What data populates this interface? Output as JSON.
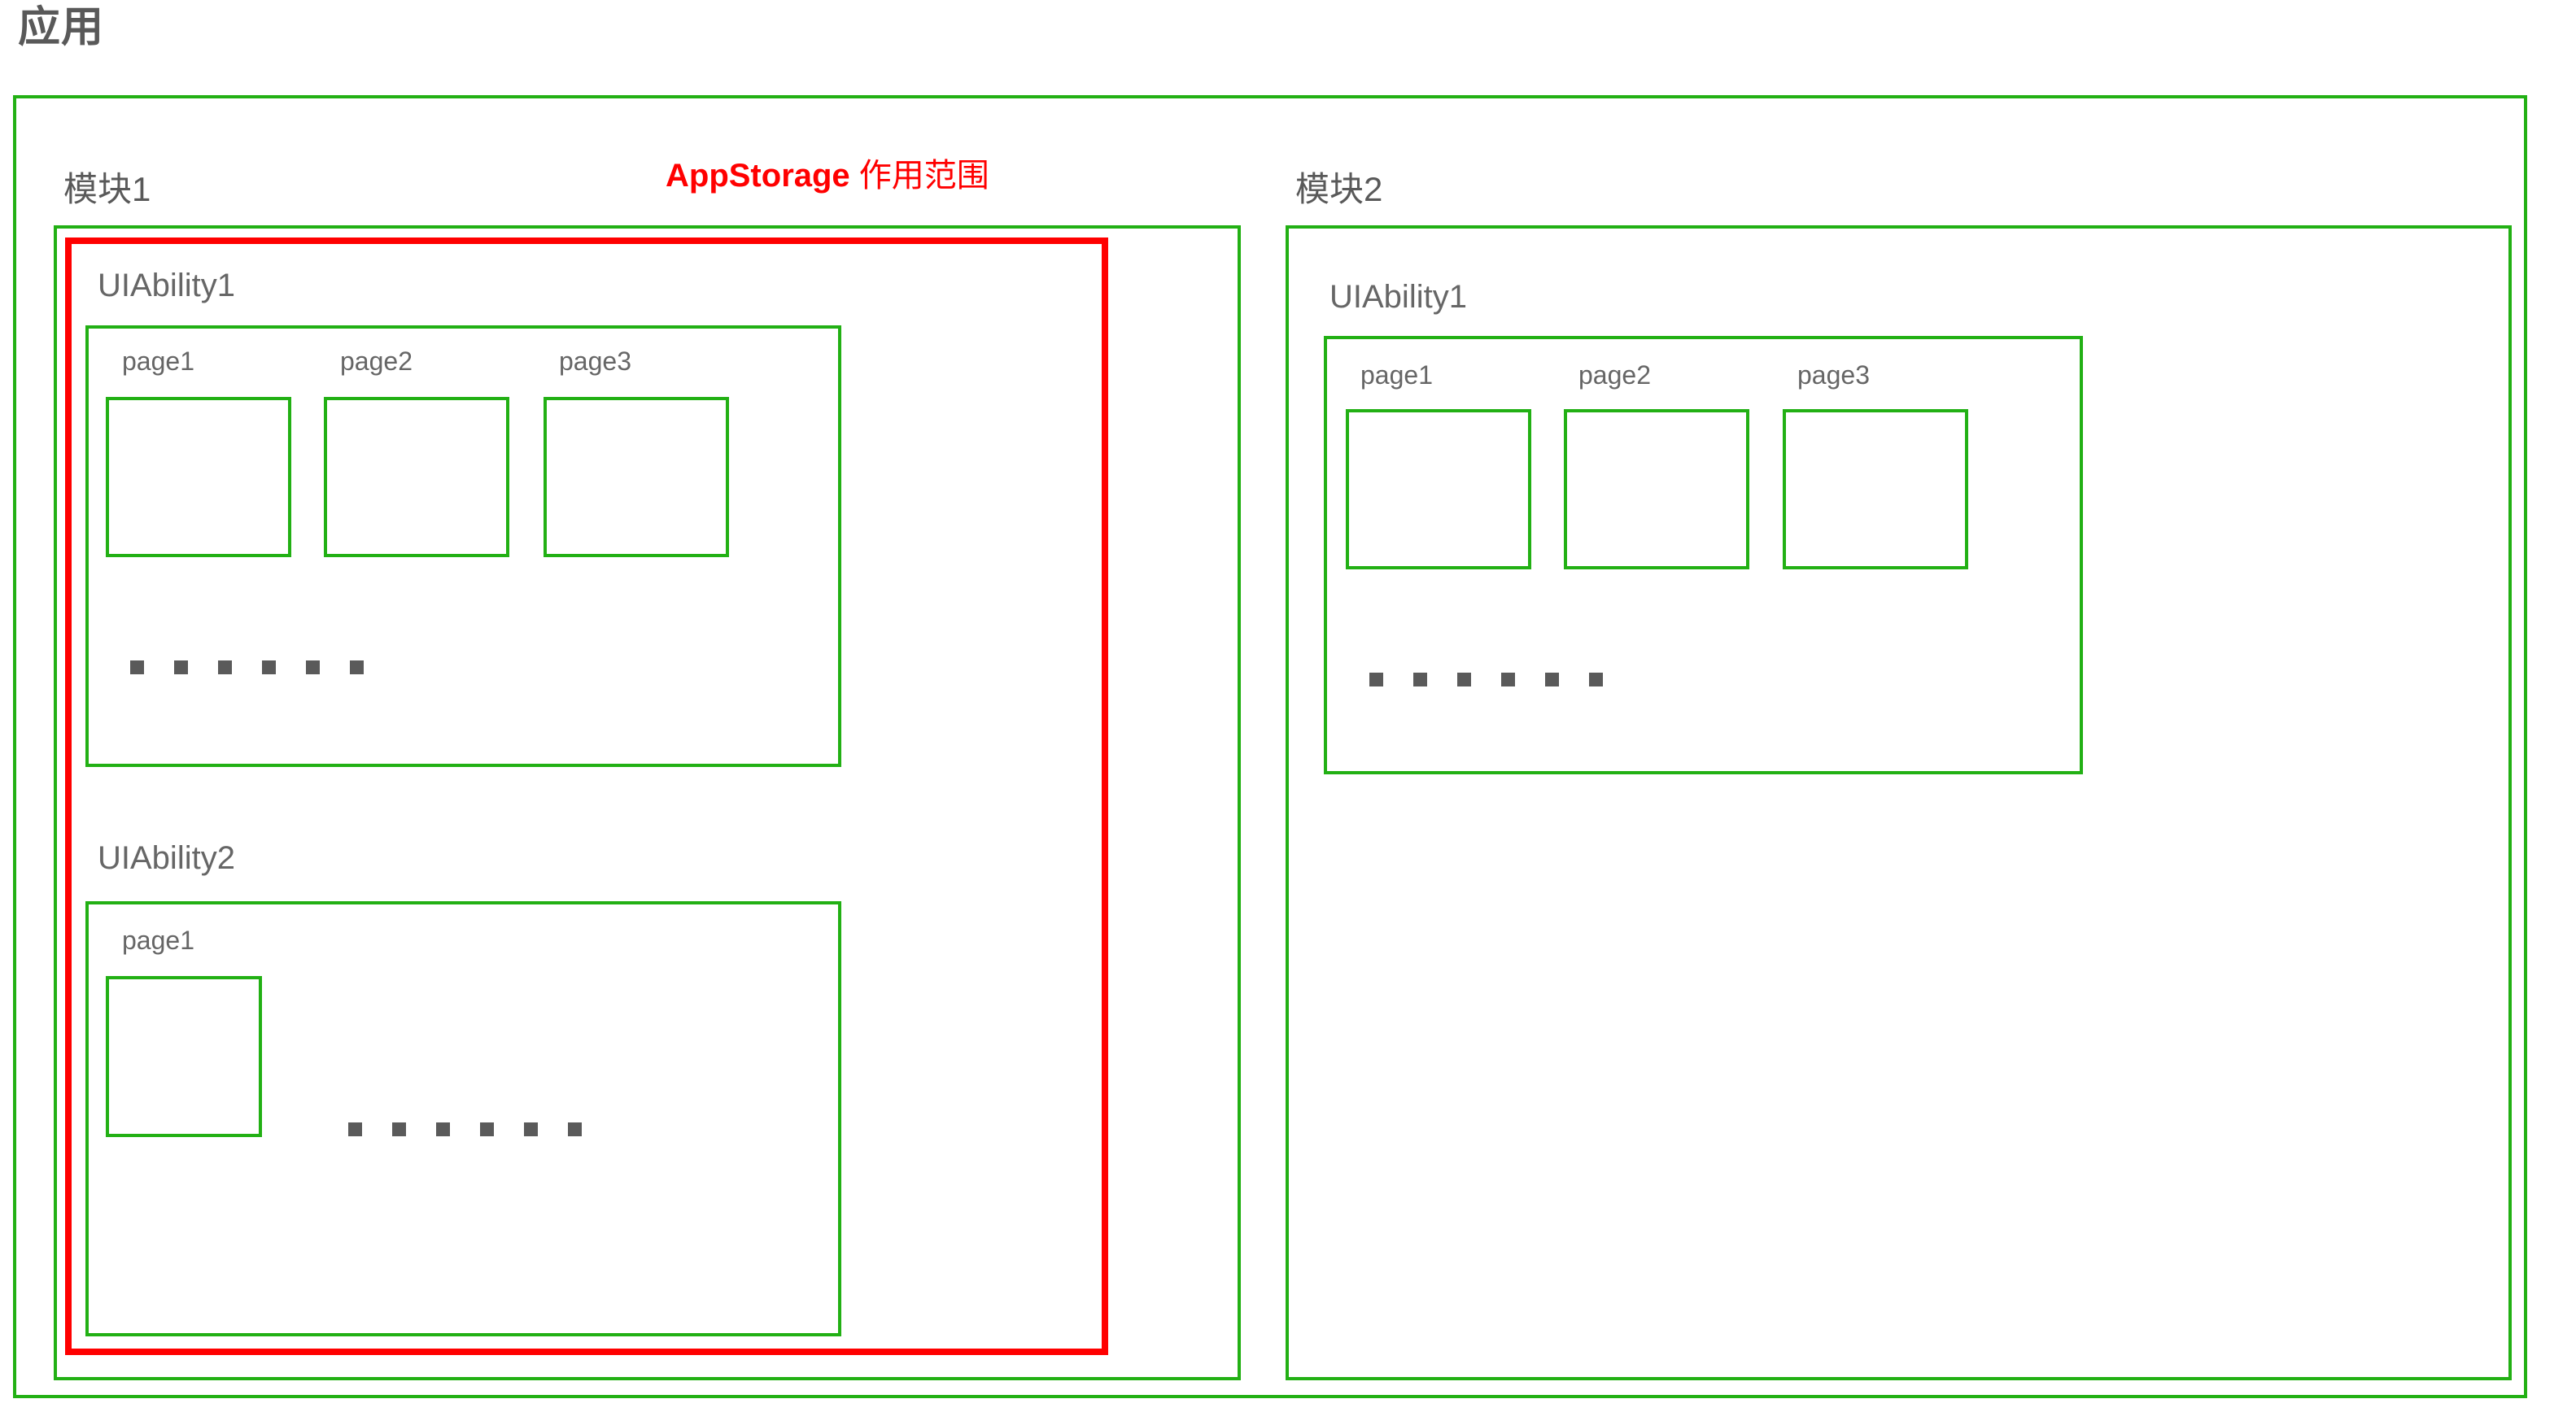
{
  "diagram": {
    "title": "应用",
    "scope_annotation": {
      "strong": "AppStorage",
      "rest": " 作用范围"
    },
    "colors": {
      "border_green": "#22b014",
      "scope_red": "#ff0000",
      "text_gray": "#595959",
      "dot_gray": "#5a5a5a"
    },
    "modules": [
      {
        "label": "模块1",
        "abilities": [
          {
            "label": "UIAbility1",
            "pages": [
              "page1",
              "page2",
              "page3"
            ],
            "ellipsis_dots": 6
          },
          {
            "label": "UIAbility2",
            "pages": [
              "page1"
            ],
            "ellipsis_dots": 6
          }
        ]
      },
      {
        "label": "模块2",
        "abilities": [
          {
            "label": "UIAbility1",
            "pages": [
              "page1",
              "page2",
              "page3"
            ],
            "ellipsis_dots": 6
          }
        ]
      }
    ]
  }
}
